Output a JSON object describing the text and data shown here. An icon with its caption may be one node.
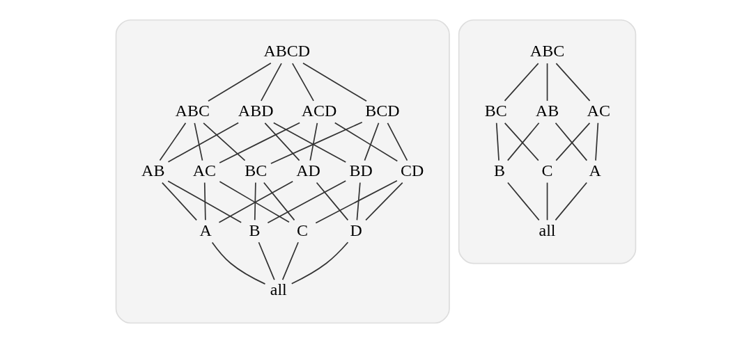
{
  "diagram": {
    "nodes": [
      {
        "text": [],
        "shape": "box"
      },
      {
        "text": [
          "ABCD"
        ],
        "in": 0
      },
      {
        "text": [
          "ABC"
        ],
        "in": 0
      },
      {
        "text": [
          "ABD"
        ],
        "in": 0
      },
      {
        "text": [
          "ACD"
        ],
        "in": 0
      },
      {
        "text": [
          "BCD"
        ],
        "in": 0
      },
      {
        "text": [
          "AB"
        ],
        "in": 0
      },
      {
        "text": [
          "AC"
        ],
        "in": 0
      },
      {
        "text": [
          "AD"
        ],
        "in": 0
      },
      {
        "text": [
          "BC"
        ],
        "in": 0
      },
      {
        "text": [
          "BD"
        ],
        "in": 0
      },
      {
        "text": [
          "CD"
        ],
        "in": 0
      },
      {
        "text": [
          "A"
        ],
        "in": 0
      },
      {
        "text": [
          "B"
        ],
        "in": 0
      },
      {
        "text": [
          "C"
        ],
        "in": 0
      },
      {
        "text": [
          "D"
        ],
        "in": 0
      },
      {
        "text": [
          "all"
        ],
        "in": 0
      },
      {
        "text": [],
        "shape": "box"
      },
      {
        "text": [
          "ABC"
        ],
        "in": 17
      },
      {
        "text": [
          "AB"
        ],
        "in": 17
      },
      {
        "text": [
          "AC"
        ],
        "in": 17
      },
      {
        "text": [
          "BC"
        ],
        "in": 17
      },
      {
        "text": [
          "A"
        ],
        "in": 17
      },
      {
        "text": [
          "B"
        ],
        "in": 17
      },
      {
        "text": [
          "C"
        ],
        "in": 17
      },
      {
        "text": [
          "all"
        ],
        "in": 17
      }
    ],
    "edges": [
      {
        "from": 1,
        "to": 2,
        "arrow": "none"
      },
      {
        "from": 1,
        "to": 3,
        "arrow": "none"
      },
      {
        "from": 1,
        "to": 4,
        "arrow": "none"
      },
      {
        "from": 1,
        "to": 5,
        "arrow": "none"
      },
      {
        "from": 2,
        "to": 6,
        "arrow": "none"
      },
      {
        "from": 2,
        "to": 7,
        "arrow": "none"
      },
      {
        "from": 2,
        "to": 9,
        "arrow": "none"
      },
      {
        "from": 3,
        "to": 6,
        "arrow": "none"
      },
      {
        "from": 3,
        "to": 8,
        "arrow": "none"
      },
      {
        "from": 3,
        "to": 10,
        "arrow": "none"
      },
      {
        "from": 4,
        "to": 7,
        "arrow": "none"
      },
      {
        "from": 4,
        "to": 8,
        "arrow": "none"
      },
      {
        "from": 4,
        "to": 11,
        "arrow": "none"
      },
      {
        "from": 5,
        "to": 9,
        "arrow": "none"
      },
      {
        "from": 5,
        "to": 10,
        "arrow": "none"
      },
      {
        "from": 5,
        "to": 11,
        "arrow": "none"
      },
      {
        "from": 6,
        "to": 12,
        "arrow": "none"
      },
      {
        "from": 6,
        "to": 13,
        "arrow": "none"
      },
      {
        "from": 7,
        "to": 12,
        "arrow": "none"
      },
      {
        "from": 7,
        "to": 14,
        "arrow": "none"
      },
      {
        "from": 8,
        "to": 12,
        "arrow": "none"
      },
      {
        "from": 8,
        "to": 15,
        "arrow": "none"
      },
      {
        "from": 9,
        "to": 13,
        "arrow": "none"
      },
      {
        "from": 9,
        "to": 14,
        "arrow": "none"
      },
      {
        "from": 10,
        "to": 13,
        "arrow": "none"
      },
      {
        "from": 10,
        "to": 15,
        "arrow": "none"
      },
      {
        "from": 11,
        "to": 14,
        "arrow": "none"
      },
      {
        "from": 11,
        "to": 15,
        "arrow": "none"
      },
      {
        "from": 12,
        "to": 16,
        "arrow": "none"
      },
      {
        "from": 13,
        "to": 16,
        "arrow": "none"
      },
      {
        "from": 14,
        "to": 16,
        "arrow": "none"
      },
      {
        "from": 15,
        "to": 16,
        "arrow": "none"
      },
      {
        "from": 18,
        "to": 19,
        "arrow": "none"
      },
      {
        "from": 18,
        "to": 20,
        "arrow": "none"
      },
      {
        "from": 18,
        "to": 21,
        "arrow": "none"
      },
      {
        "from": 19,
        "to": 22,
        "arrow": "none"
      },
      {
        "from": 19,
        "to": 23,
        "arrow": "none"
      },
      {
        "from": 20,
        "to": 22,
        "arrow": "none"
      },
      {
        "from": 20,
        "to": 24,
        "arrow": "none"
      },
      {
        "from": 21,
        "to": 23,
        "arrow": "none"
      },
      {
        "from": 21,
        "to": 24,
        "arrow": "none"
      },
      {
        "from": 22,
        "to": 25,
        "arrow": "none"
      },
      {
        "from": 23,
        "to": 25,
        "arrow": "none"
      },
      {
        "from": 24,
        "to": 25,
        "arrow": "none"
      }
    ]
  }
}
